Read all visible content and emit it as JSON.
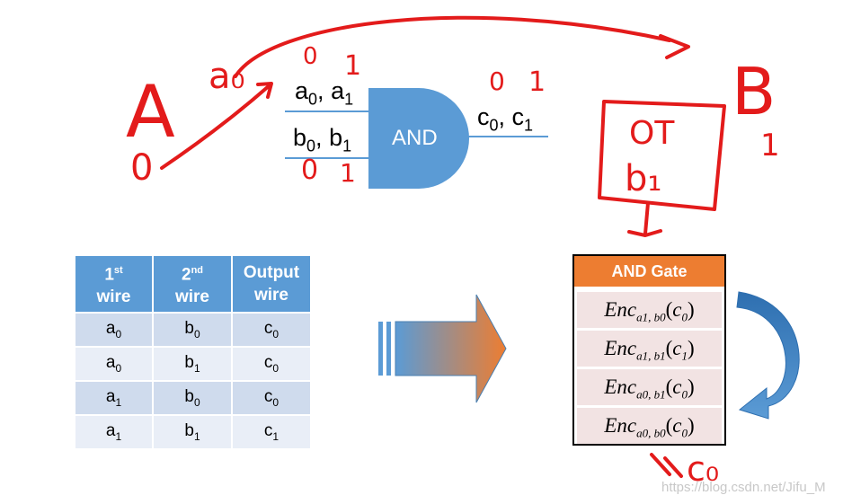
{
  "gate": {
    "label": "AND",
    "inputs": [
      {
        "name": "a",
        "sub0": "0",
        "sub1": "1"
      },
      {
        "name": "b",
        "sub0": "0",
        "sub1": "1"
      }
    ],
    "output": {
      "name": "c",
      "sub0": "0",
      "sub1": "1"
    }
  },
  "handwriting": {
    "party_a": "A",
    "party_b": "B",
    "a_zero": "0",
    "a0_note": "a₀",
    "a_bits": [
      "0",
      "1"
    ],
    "b_bits": [
      "0",
      "1"
    ],
    "c_bits": [
      "0",
      "1"
    ],
    "b_sub": "1",
    "ot_box": {
      "line1": "OT",
      "line2": "b₁"
    },
    "result": "c₀"
  },
  "truth_table": {
    "headers": [
      {
        "main": "1",
        "sup": "st",
        "second": "wire"
      },
      {
        "main": "2",
        "sup": "nd",
        "second": "wire"
      },
      {
        "main": "Output",
        "sup": "",
        "second": "wire"
      }
    ],
    "rows": [
      [
        {
          "v": "a",
          "s": "0"
        },
        {
          "v": "b",
          "s": "0"
        },
        {
          "v": "c",
          "s": "0"
        }
      ],
      [
        {
          "v": "a",
          "s": "0"
        },
        {
          "v": "b",
          "s": "1"
        },
        {
          "v": "c",
          "s": "0"
        }
      ],
      [
        {
          "v": "a",
          "s": "1"
        },
        {
          "v": "b",
          "s": "0"
        },
        {
          "v": "c",
          "s": "0"
        }
      ],
      [
        {
          "v": "a",
          "s": "1"
        },
        {
          "v": "b",
          "s": "1"
        },
        {
          "v": "c",
          "s": "1"
        }
      ]
    ]
  },
  "garbled_table": {
    "title": "AND Gate",
    "rows": [
      {
        "enc": "Enc",
        "key": "a1, b0",
        "msg": "c",
        "msg_sub": "0"
      },
      {
        "enc": "Enc",
        "key": "a1, b1",
        "msg": "c",
        "msg_sub": "1"
      },
      {
        "enc": "Enc",
        "key": "a0, b1",
        "msg": "c",
        "msg_sub": "0"
      },
      {
        "enc": "Enc",
        "key": "a0, b0",
        "msg": "c",
        "msg_sub": "0"
      }
    ]
  },
  "watermark": "https://blog.csdn.net/Jifu_M",
  "colors": {
    "gate_fill": "#5b9bd5",
    "wire": "#5b9bd5",
    "ink": "#e31b1b",
    "table_header": "#5b9bd5",
    "gate_title": "#ed7d31",
    "arrow_start": "#5b9bd5",
    "arrow_end": "#ed7d31"
  }
}
